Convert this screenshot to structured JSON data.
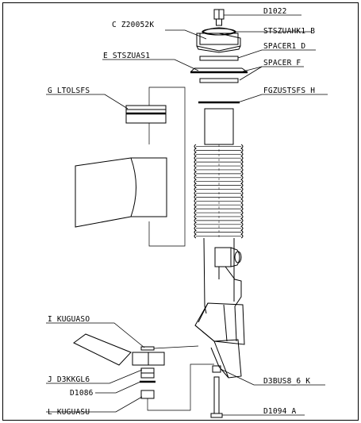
{
  "diagram": {
    "labels": {
      "d1022": "D1022",
      "c_z20052k": "C  Z20052K",
      "stszuahk1_b": "STSZUAHK1  B",
      "spacer1_d": "SPACER1  D",
      "e_stszuas1": "E  STSZUAS1",
      "spacer_f": "SPACER  F",
      "g_ltolsfs": "G  LTOLSFS",
      "fgzustsfs_h": "FGZUSTSFS  H",
      "i_kuguaso": "I  KUGUASO",
      "j_d3kkgl6": "J  D3KKGL6",
      "d1086": "D1086",
      "l_kuguasu": "L  KUGUASU",
      "d3bus8_6_k": "D3BUS8_6  K",
      "d1094_a": "D1094  A"
    },
    "colors": {
      "ink": "#000000",
      "paper": "#ffffff"
    }
  }
}
